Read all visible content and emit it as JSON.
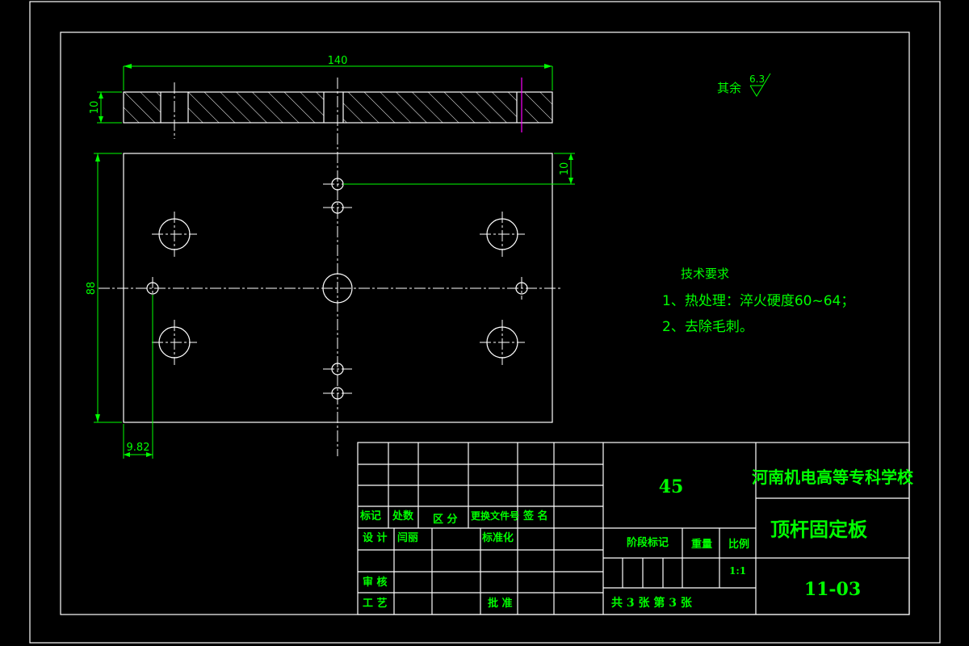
{
  "dimensions": {
    "width": "140",
    "thickness": "10",
    "height": "88",
    "top_offset": "10",
    "edge_offset": "9.82"
  },
  "roughness": {
    "label": "其余",
    "value": "6.3"
  },
  "tech_requirements": {
    "title": "技术要求",
    "items": [
      "1、热处理：淬火硬度60~64；",
      "2、去除毛刺。"
    ]
  },
  "title_block": {
    "material": "45",
    "school": "河南机电高等专科学校",
    "part_name": "顶杆固定板",
    "drawing_no": "11-03",
    "labels": {
      "mark": "标记",
      "count": "处数",
      "zone": "区 分",
      "change_doc": "更换文件号",
      "signature": "签 名",
      "design": "设 计",
      "designer_name": "闫丽",
      "standardization": "标准化",
      "stage_mark": "阶段标记",
      "weight": "重量",
      "scale": "比例",
      "scale_value": "1:1",
      "review": "审 核",
      "process": "工 艺",
      "approve": "批 准",
      "sheet_info": "共 3 张  第 3 张"
    }
  }
}
